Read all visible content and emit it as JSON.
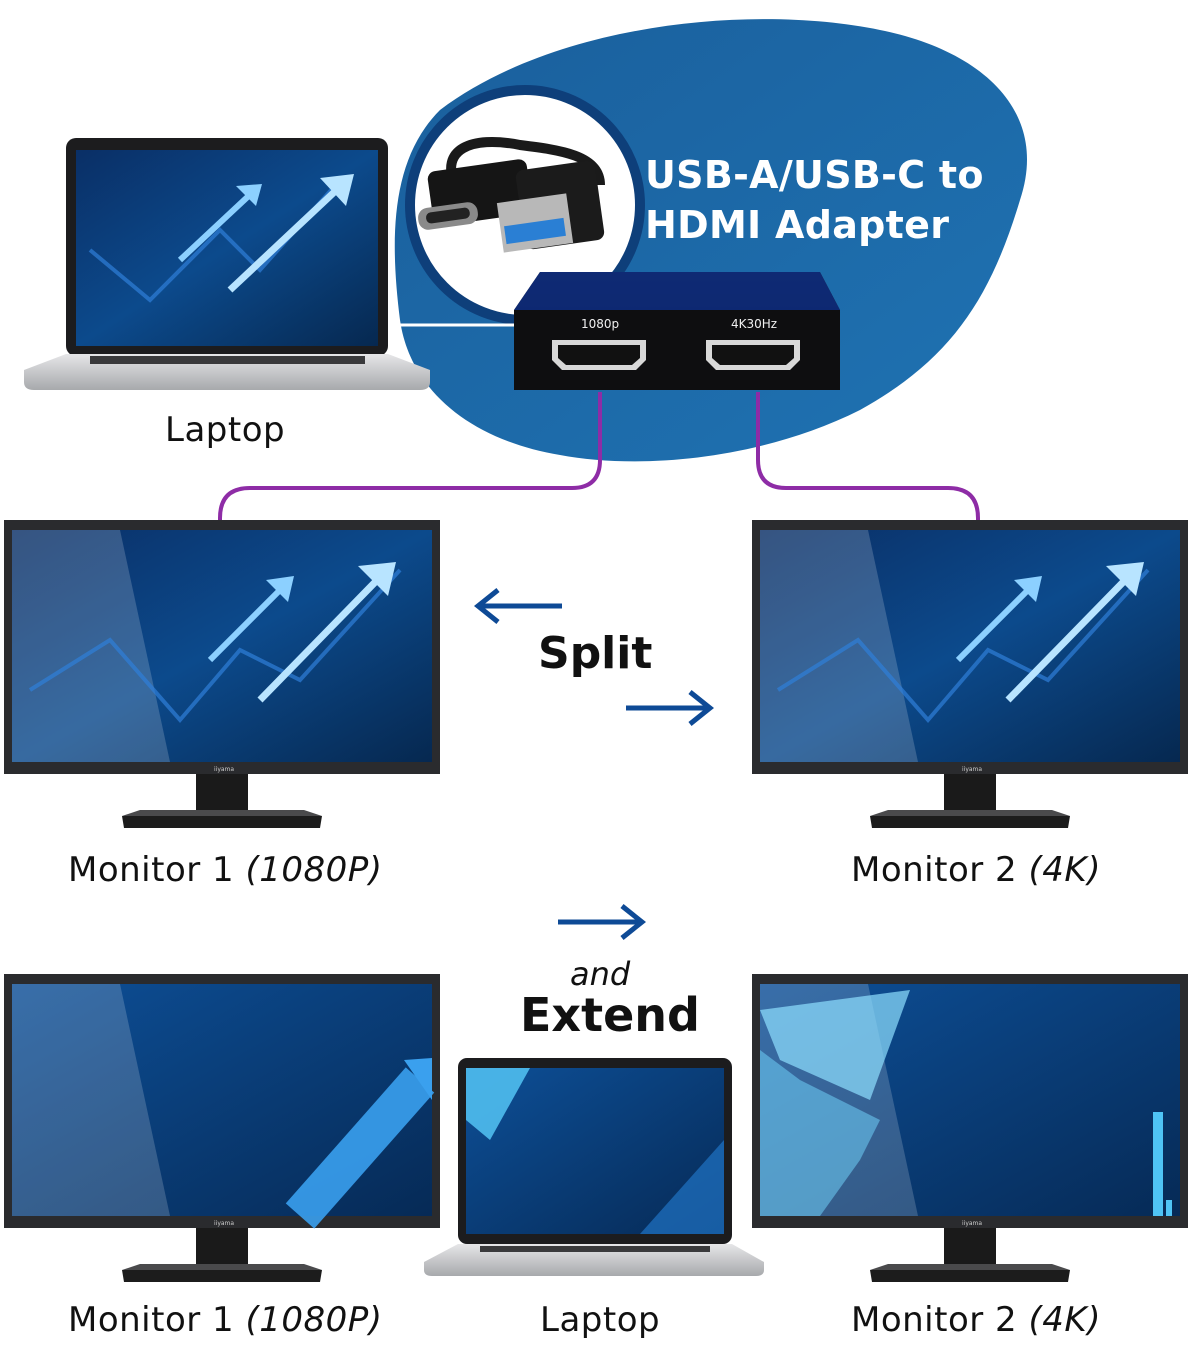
{
  "product": {
    "title_line1": "USB-A/USB-C to",
    "title_line2": "HDMI Adapter",
    "port_left": "1080p",
    "port_right": "4K30Hz"
  },
  "top_section": {
    "laptop_label": "Laptop",
    "mode_label": "Split",
    "monitor1": {
      "name": "Monitor 1",
      "resolution": "(1080P)"
    },
    "monitor2": {
      "name": "Monitor 2",
      "resolution": "(4K)"
    }
  },
  "bottom_section": {
    "conjunction": "and",
    "mode_label": "Extend",
    "laptop_label": "Laptop",
    "monitor1": {
      "name": "Monitor 1",
      "resolution": "(1080P)"
    },
    "monitor2": {
      "name": "Monitor 2",
      "resolution": "(4K)"
    }
  },
  "monitor_brand": "iiyama",
  "colors": {
    "blob": "#1b6aa8",
    "cable": "#8e2ca6",
    "arrow": "#0e4a96",
    "screen": "#0b3a78"
  },
  "icons": [
    "arrow-left-icon",
    "arrow-right-icon",
    "hdmi-port-icon",
    "usb-c-plug-icon",
    "usb-a-plug-icon"
  ]
}
